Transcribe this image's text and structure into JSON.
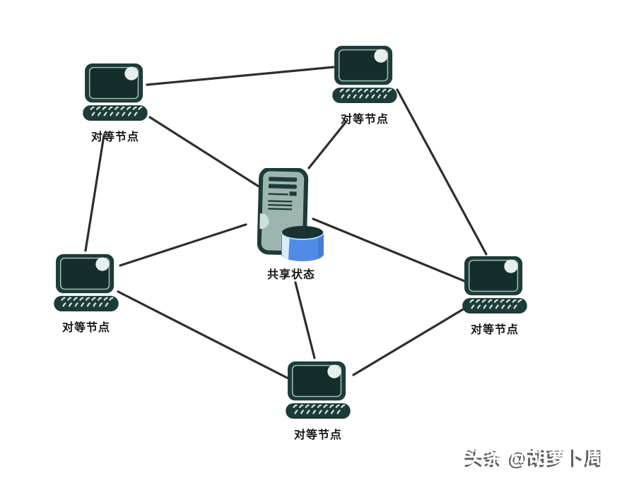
{
  "diagram": {
    "type": "network-topology",
    "description_labels": {
      "peer": "对等节点",
      "shared_state": "共享状态"
    },
    "nodes": [
      {
        "id": "peer-top-left",
        "label": "对等节点",
        "icon": "laptop-computer-icon"
      },
      {
        "id": "peer-top-right",
        "label": "对等节点",
        "icon": "laptop-computer-icon"
      },
      {
        "id": "peer-left",
        "label": "对等节点",
        "icon": "laptop-computer-icon"
      },
      {
        "id": "peer-right",
        "label": "对等节点",
        "icon": "laptop-computer-icon"
      },
      {
        "id": "peer-bottom",
        "label": "对等节点",
        "icon": "laptop-computer-icon"
      },
      {
        "id": "shared-state-server",
        "label": "共享状态",
        "icon": "server-database-icon"
      }
    ],
    "edges": [
      {
        "from": "peer-top-left",
        "to": "peer-top-right"
      },
      {
        "from": "peer-top-left",
        "to": "shared-state-server"
      },
      {
        "from": "peer-top-left",
        "to": "peer-left"
      },
      {
        "from": "peer-top-right",
        "to": "shared-state-server"
      },
      {
        "from": "peer-top-right",
        "to": "peer-right"
      },
      {
        "from": "peer-left",
        "to": "shared-state-server"
      },
      {
        "from": "peer-left",
        "to": "peer-bottom"
      },
      {
        "from": "peer-right",
        "to": "shared-state-server"
      },
      {
        "from": "peer-right",
        "to": "peer-bottom"
      },
      {
        "from": "peer-bottom",
        "to": "shared-state-server"
      }
    ],
    "colors": {
      "icon_dark_teal": "#1d3b38",
      "screen_dark": "#142e2b",
      "screen_highlight": "#e6efec",
      "server_body": "#9db5b1",
      "server_notch": "#cfe0dc",
      "database_blue": "#4f8be8",
      "database_top": "#1a3230",
      "database_highlight": "#d6ecf6",
      "edge_line": "#2e2e2e",
      "label_text": "#161616",
      "background": "#ffffff"
    }
  },
  "watermark": {
    "text": "头条 @胡萝卜周"
  }
}
